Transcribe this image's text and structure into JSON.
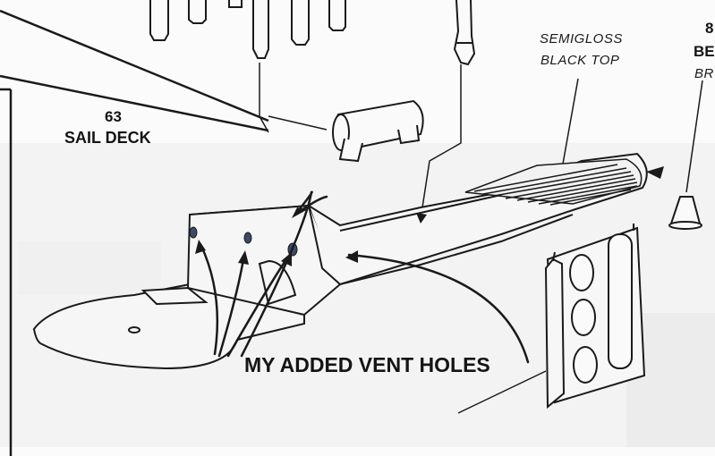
{
  "labels": {
    "part_number": "63",
    "part_name": "SAIL DECK",
    "paint_line1": "SEMIGLOSS",
    "paint_line2": "BLACK TOP",
    "cut_number": "8",
    "cut_word1": "BE",
    "cut_word2": "BR",
    "annotation": "MY  ADDED VENT HOLES"
  },
  "colors": {
    "line": "#1a1a1a",
    "background": "#fbfbfb",
    "vent_hole": "#3c4a66"
  }
}
